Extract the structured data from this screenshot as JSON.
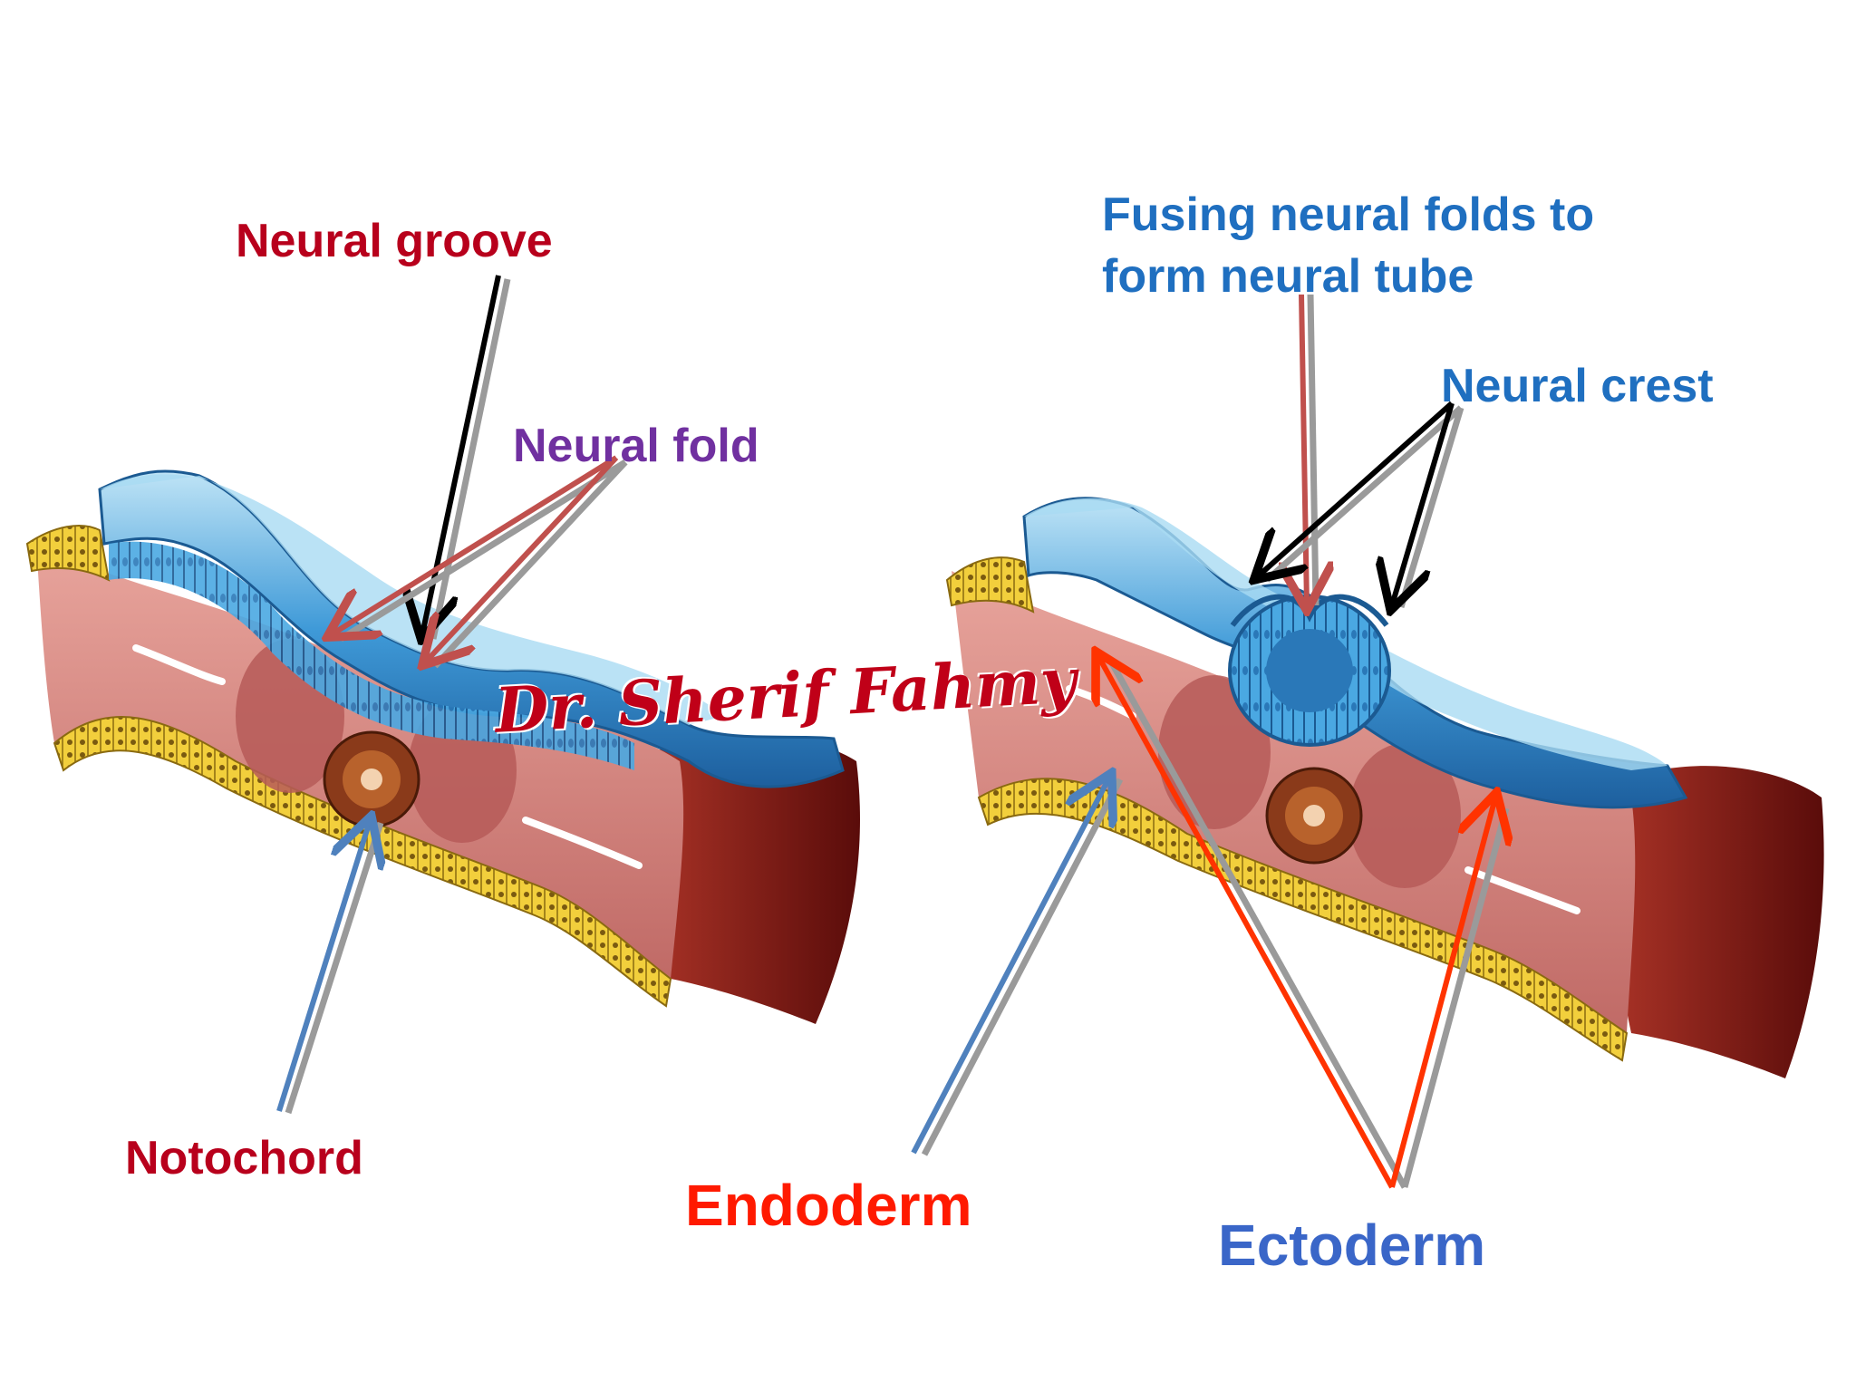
{
  "labels": {
    "neural_groove": "Neural groove",
    "neural_fold": "Neural fold",
    "notochord": "Notochord",
    "fusing_line1": "Fusing neural folds to",
    "fusing_line2": "form neural tube",
    "neural_crest": "Neural crest",
    "endoderm": "Endoderm",
    "ectoderm": "Ectoderm"
  },
  "watermark": "Dr. Sherif Fahmy",
  "colors": {
    "label_dark_red": "#b8001c",
    "label_purple": "#7030a0",
    "label_blue": "#1f6fc0",
    "label_red": "#ff1a00",
    "label_royal_blue": "#3a66c8",
    "watermark": "#c00018",
    "ectoderm_blue": "#3f9ad8",
    "ectoderm_cells": "#5fb8ea",
    "mesoderm": "#cf7d78",
    "somite": "#b65a58",
    "endoderm_yellow": "#f0c830",
    "notochord": "#8a3a1a",
    "tissue_dark": "#7a1a12",
    "arrow_black": "#000000",
    "arrow_red": "#c0504d",
    "arrow_blue": "#4f81bd",
    "arrow_orange": "#ff3300",
    "arrow_shadow": "#9a9a9a"
  }
}
